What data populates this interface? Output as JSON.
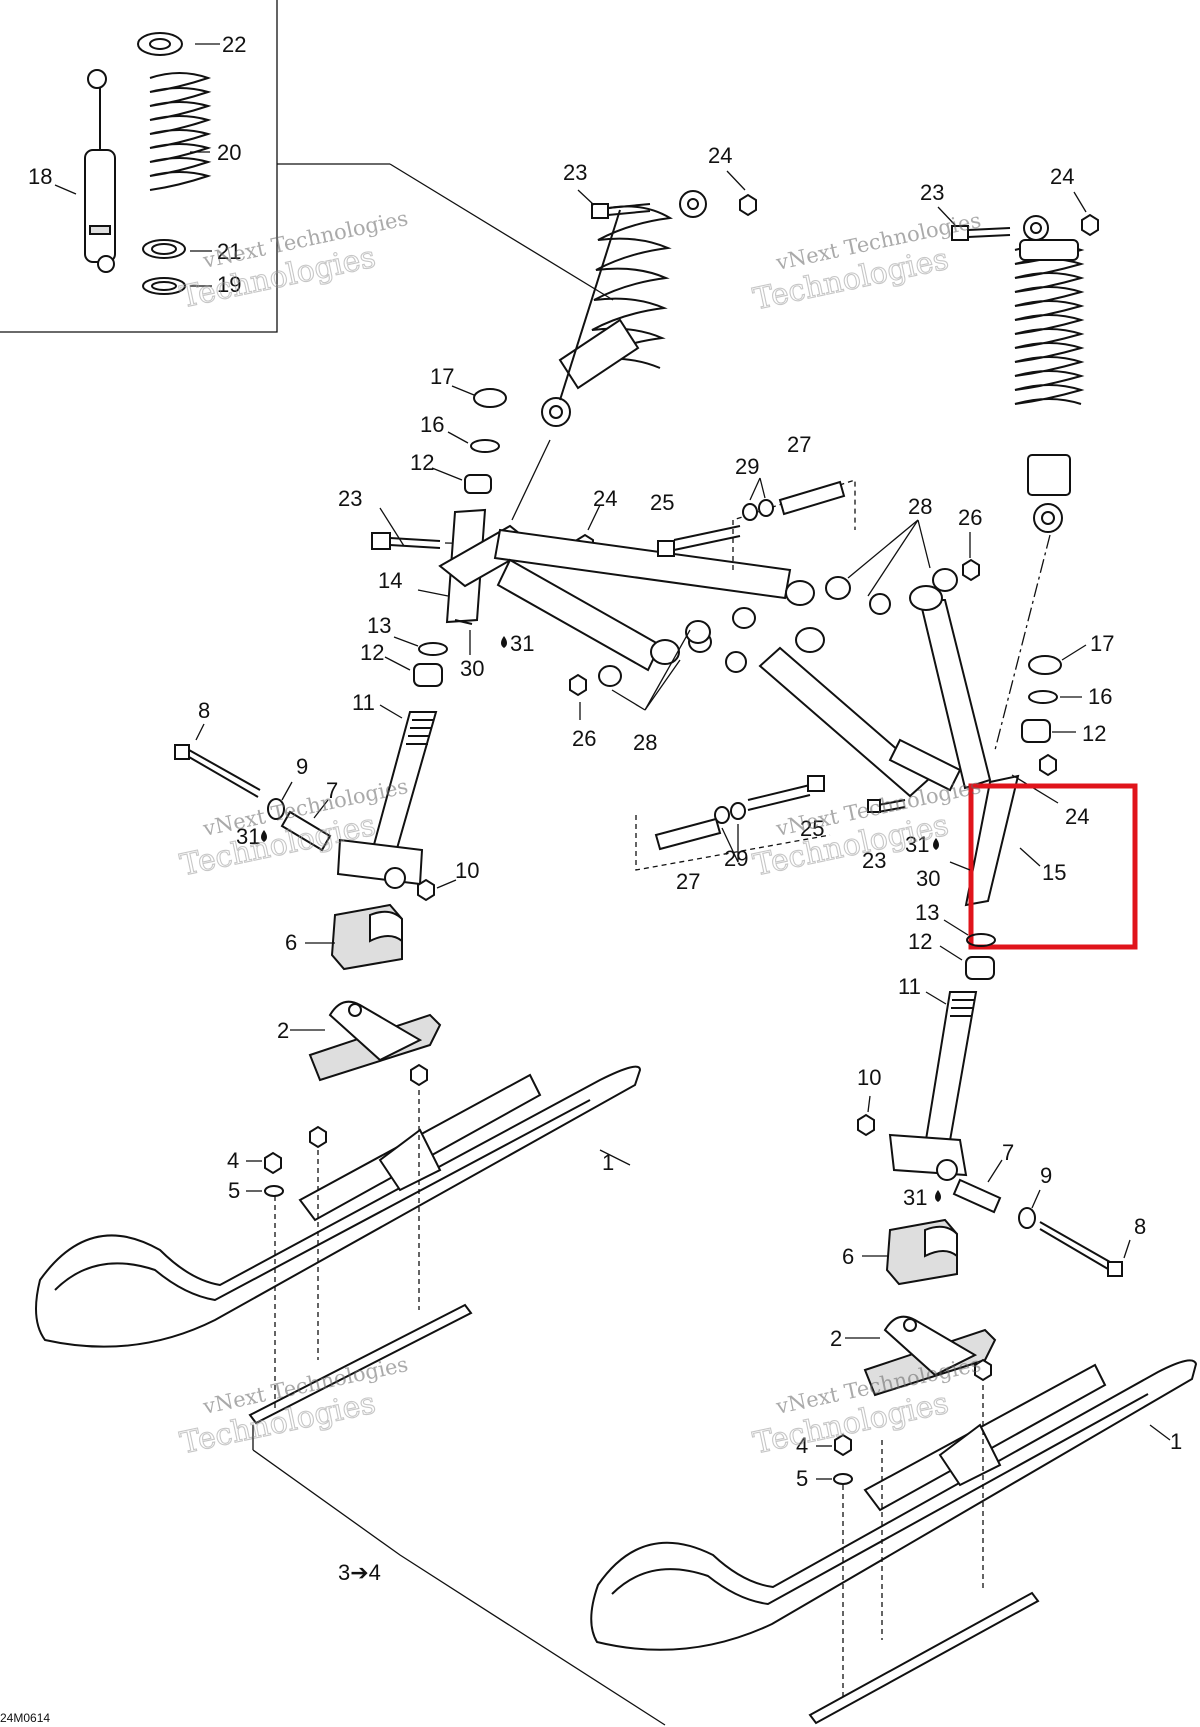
{
  "diagram": {
    "drawing_code": "24M0614",
    "watermark": {
      "line1": "vNext Technologies",
      "line2": "Technologies"
    },
    "highlight_color": "#e0141b",
    "labels": {
      "l22": "22",
      "l20": "20",
      "l18": "18",
      "l21": "21",
      "l19": "19",
      "l23a": "23",
      "l24a": "24",
      "l23b": "23",
      "l24b": "24",
      "l17a": "17",
      "l16a": "16",
      "l12a": "12",
      "l23c": "23",
      "l24c": "24",
      "l25a": "25",
      "l29a": "29",
      "l27a": "27",
      "l28a": "28",
      "l26a": "26",
      "l14": "14",
      "l13a": "13",
      "l12b": "12",
      "l30a": "30",
      "l31a": "31",
      "l11a": "11",
      "l26b": "26",
      "l28b": "28",
      "l17b": "17",
      "l16b": "16",
      "l12c": "12",
      "l8a": "8",
      "l9a": "9",
      "l7a": "7",
      "l31b": "31",
      "l10a": "10",
      "l24d": "24",
      "l15": "15",
      "l25b": "25",
      "l23d": "23",
      "l31c": "31",
      "l29b": "29",
      "l27b": "27",
      "l30b": "30",
      "l13b": "13",
      "l12d": "12",
      "l6a": "6",
      "l11b": "11",
      "l2a": "2",
      "l1a": "1",
      "l4a": "4",
      "l5a": "5",
      "l10b": "10",
      "l7b": "7",
      "l9b": "9",
      "l8b": "8",
      "l31d": "31",
      "l6b": "6",
      "l2b": "2",
      "l1b": "1",
      "l4b": "4",
      "l5b": "5",
      "l34": "3➔4"
    }
  }
}
